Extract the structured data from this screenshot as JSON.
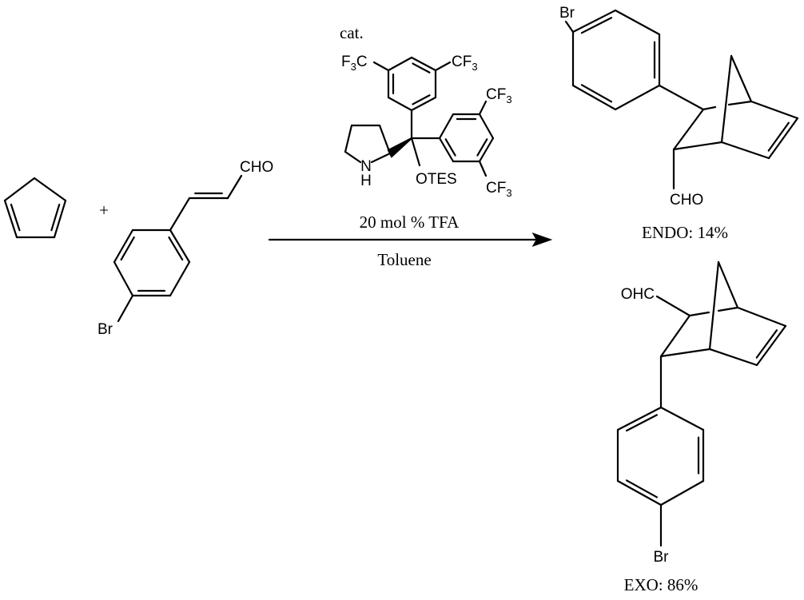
{
  "reaction": {
    "plus": "+",
    "catalyst_label": "cat.",
    "conditions_above": "20 mol % TFA",
    "conditions_below": "Toluene"
  },
  "reactant_aldehyde": {
    "cho": "CHO",
    "br": "Br"
  },
  "catalyst": {
    "cf3_top_left": {
      "a": "F",
      "sub": "3",
      "b": "C"
    },
    "cf3_top_right": {
      "a": "CF",
      "sub": "3"
    },
    "cf3_right_top": {
      "a": "CF",
      "sub": "3"
    },
    "cf3_right_bottom": {
      "a": "CF",
      "sub": "3"
    },
    "n": "N",
    "h": "H",
    "otes": "OTES"
  },
  "product_endo": {
    "br": "Br",
    "cho": "CHO",
    "label": "ENDO: 14%"
  },
  "product_exo": {
    "ohc": "OHC",
    "br": "Br",
    "label": "EXO: 86%"
  }
}
